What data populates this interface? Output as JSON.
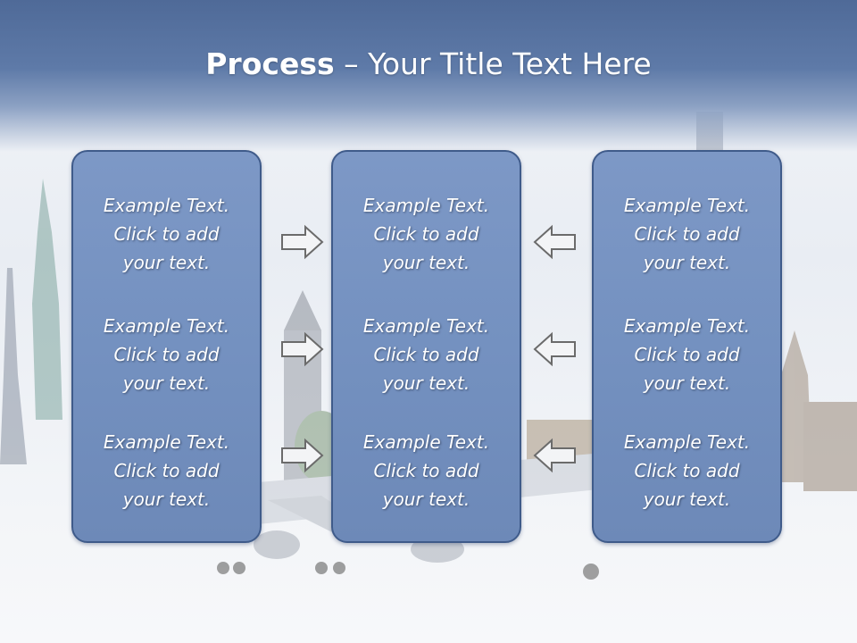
{
  "slide": {
    "title_bold": "Process",
    "title_rest": " – Your Title Text Here"
  },
  "panels": [
    {
      "blocks": [
        {
          "line1": "Example Text.",
          "line2": "Click  to add",
          "line3": "your text."
        },
        {
          "line1": "Example Text.",
          "line2": "Click  to add",
          "line3": "your text."
        },
        {
          "line1": "Example Text.",
          "line2": "Click  to add",
          "line3": "your text."
        }
      ]
    },
    {
      "blocks": [
        {
          "line1": "Example Text.",
          "line2": "Click  to add",
          "line3": "your text."
        },
        {
          "line1": "Example Text.",
          "line2": "Click  to add",
          "line3": "your text."
        },
        {
          "line1": "Example Text.",
          "line2": "Click  to add",
          "line3": "your text."
        }
      ]
    },
    {
      "blocks": [
        {
          "line1": "Example Text.",
          "line2": "Click  to add",
          "line3": "your text."
        },
        {
          "line1": "Example Text.",
          "line2": "Click  to add",
          "line3": "your text."
        },
        {
          "line1": "Example Text.",
          "line2": "Click  to add",
          "line3": "your text."
        }
      ]
    }
  ],
  "arrows": {
    "left_group": "arrow-right-icon",
    "right_group": "arrow-left-icon"
  },
  "colors": {
    "title_bar": "#5e7aa8",
    "panel_fill": "#7491c0",
    "panel_border": "#3f5b8a",
    "text": "#ffffff",
    "arrow_stroke": "#6b6b6b"
  }
}
